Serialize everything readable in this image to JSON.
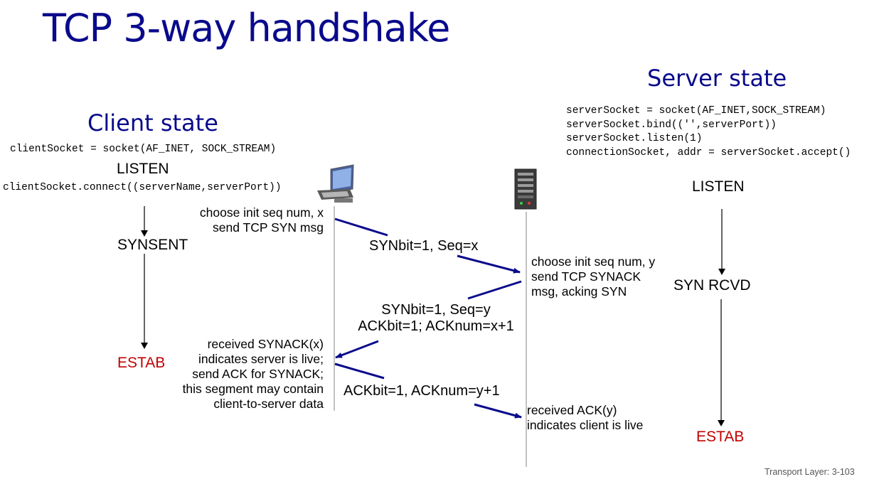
{
  "title": "TCP 3-way handshake",
  "client": {
    "heading": "Client state",
    "code_line1": "clientSocket = socket(AF_INET, SOCK_STREAM)",
    "listen": "LISTEN",
    "code_line2": "clientSocket.connect((serverName,serverPort))",
    "synsent": "SYNSENT",
    "estab": "ESTAB"
  },
  "server": {
    "heading": "Server state",
    "code": [
      "serverSocket = socket(AF_INET,SOCK_STREAM)",
      "serverSocket.bind(('',serverPort))",
      "serverSocket.listen(1)",
      "connectionSocket, addr = serverSocket.accept()"
    ],
    "listen": "LISTEN",
    "syn_rcvd": "SYN RCVD",
    "estab": "ESTAB"
  },
  "notes": {
    "client_syn": [
      "choose init seq num, x",
      "send TCP SYN msg"
    ],
    "server_synack": [
      "choose init seq num, y",
      "send TCP SYNACK",
      "msg, acking SYN"
    ],
    "client_ack": [
      "received SYNACK(x)",
      "indicates server is live;",
      "send ACK for SYNACK;",
      "this segment may contain",
      "client-to-server data"
    ],
    "server_ack": [
      "received ACK(y)",
      "indicates client is live"
    ]
  },
  "messages": {
    "syn": "SYNbit=1, Seq=x",
    "synack_1": "SYNbit=1, Seq=y",
    "synack_2": "ACKbit=1; ACKnum=x+1",
    "ack": "ACKbit=1, ACKnum=y+1"
  },
  "icons": {
    "client": "desktop-computer-icon",
    "server": "server-tower-icon"
  },
  "colors": {
    "heading": "#0a0a8c",
    "arrow": "#0a0a8c",
    "estab": "#c00000"
  },
  "footer": "Transport Layer: 3-103"
}
